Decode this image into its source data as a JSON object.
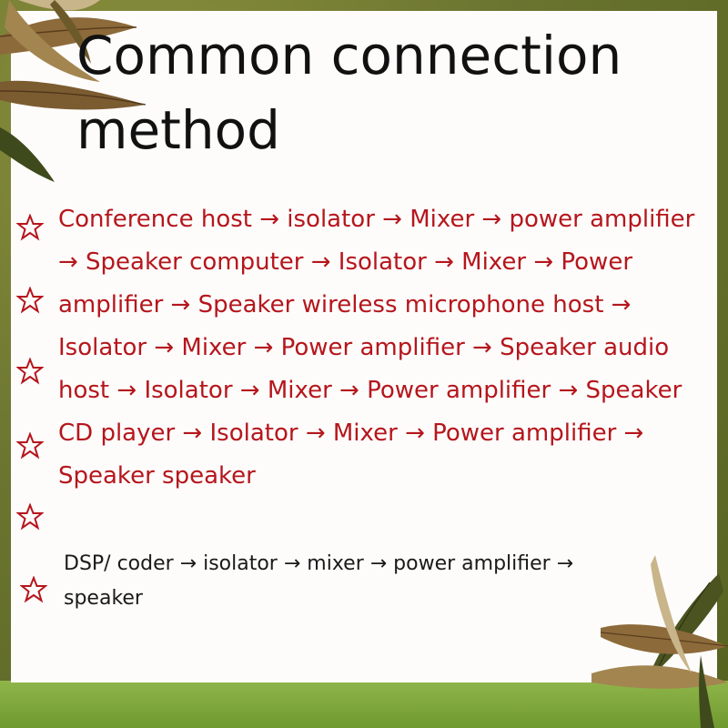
{
  "title": "Common connection\nmethod",
  "main_text": "Conference host → isolator → Mixer → power amplifier → Speaker computer → Isolator → Mixer → Power amplifier → Speaker wireless microphone host → Isolator → Mixer → Power amplifier → Speaker audio host → Isolator → Mixer → Power amplifier → Speaker CD player → Isolator → Mixer → Power amplifier → Speaker speaker",
  "footer_text": "DSP/ coder → isolator → mixer → power amplifier → speaker",
  "colors": {
    "accent_red": "#b5161c",
    "title_black": "#111111",
    "frame_olive": "#6f7a2e"
  },
  "icons": [
    "star-outline-icon",
    "leaf-decoration-icon"
  ]
}
